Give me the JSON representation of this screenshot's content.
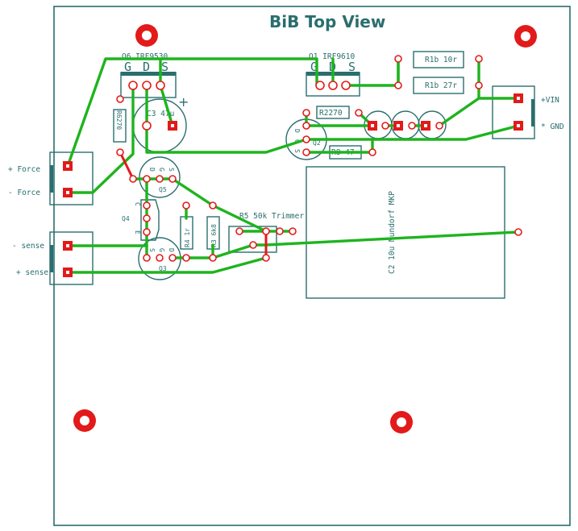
{
  "title": "BiB Top View",
  "components": {
    "q6": "Q6 IRF9530",
    "q1": "Q1 IRF9610",
    "c3": "C3 47u",
    "c3_plus": "+",
    "r6": "R6270",
    "r2": "R2270",
    "r8": "R8 47",
    "r1b_top": "R1b 10r",
    "r1b_bottom": "R1b 27r",
    "q5": "Q5",
    "q4": "Q4",
    "q3": "Q3",
    "q2": "Q2",
    "r4": "R4 1r",
    "r3": "R3 6k8",
    "r5": "R5 50k Trimmer",
    "c2": "C2 10u Mundorf MKP"
  },
  "pin_labels": {
    "gate": "G",
    "drain": "D",
    "source": "S",
    "gate_small": "G",
    "drain_small": "D",
    "source_small": "S",
    "collector": "C",
    "emitter": "E"
  },
  "connectors": {
    "vin": "+VIN",
    "gnd": "* GND",
    "force_plus": "+ Force",
    "force_minus": "- Force",
    "sense_minus": "- sense",
    "sense_plus": "+ sense"
  },
  "colors": {
    "trace": "#1eb41e",
    "pad": "#e31a1a",
    "silkscreen": "#2a6e6e"
  }
}
